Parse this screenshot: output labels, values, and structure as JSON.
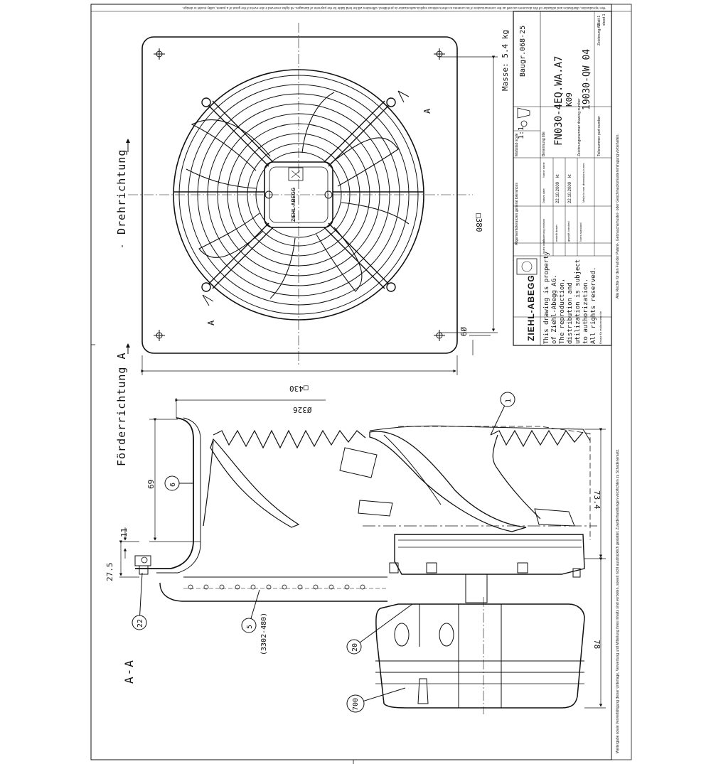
{
  "drawing": {
    "section_label": "A-A",
    "direction_rotation": "Drehrichtung",
    "direction_flow": "Förderrichtung A",
    "section_marker_a": "A",
    "brand": "ZIEHL-ABEGG",
    "dim_square_plate": "□430",
    "dim_square_holes": "□380",
    "dim_hole": "Ø9",
    "dim_diameter": "Ø326",
    "dim_69": "69",
    "dim_11": "11",
    "dim_27_5": "27.5",
    "dim_73_4": "73.4",
    "dim_78": "78",
    "grill_ref": "(3302-480)",
    "balloons": [
      "1",
      "6",
      "5",
      "22",
      "20",
      "700"
    ],
    "fan_hub_label": "ZIEHL-ABEGG"
  },
  "title_block": {
    "mass": "Masse: 5.4 kg",
    "size_group": "Baugr.068-25",
    "scale_label": "Maßstab scale",
    "scale_value": "1:1",
    "designation_label": "Benennung title",
    "designation": "FN030-4EQ.WA.A7",
    "designation_sub": "K09",
    "drawing_number_label": "Zeichnungsnummer drawing number",
    "drawing_number": "19030-QW 04",
    "part_number_label": "Teilenummer part number",
    "drawing_format": "Zeichnung A3",
    "sheet": "Blatt 1",
    "sheet_of": "sheet 1",
    "general_tolerances": "Allgemeintoleranzen general tolerances",
    "index_label": "Index index",
    "change_label": "Änderung revision",
    "date_label": "Datum date",
    "name_label": "Name name",
    "created_label": "erstellt drawn",
    "checked_label": "geprüft checked",
    "standard_label": "Norm standard",
    "created_date": "22.10.2009",
    "checked_date": "22.10.2009",
    "created_name": "kt",
    "checked_name": "kt",
    "dimensions_note": "Maße in mm dimensions in mm",
    "replaced_by": "Ersatz für replacement for",
    "property_note_lines": [
      "This drawing is property",
      "of Ziehl-Abegg AG.",
      "The reproduction,",
      "distribution and",
      "utilization is subject",
      "to authorization.",
      "All rights reserved."
    ]
  },
  "border_notes": {
    "top": "The reproduction, distribution and utilization of this document as well as the communication of its contents to others without explicit authorization is prohibited. Offenders will be held liable for the payment of damages. All rights reserved in the event of the grant of a patent, utility model or design.",
    "right_upper": "Alle Rechte für den Fall der Patent-, Gebrauchsmuster- oder Geschmacksmustereintragung vorbehalten.",
    "right_lower": "Weitergabe sowie Vervielfältigung dieser Unterlage, Verwertung und Mitteilung ihres Inhalts sind verboten, soweit nicht ausdrücklich gestattet. Zuwiderhandlungen verpflichten zu Schadenersatz."
  }
}
